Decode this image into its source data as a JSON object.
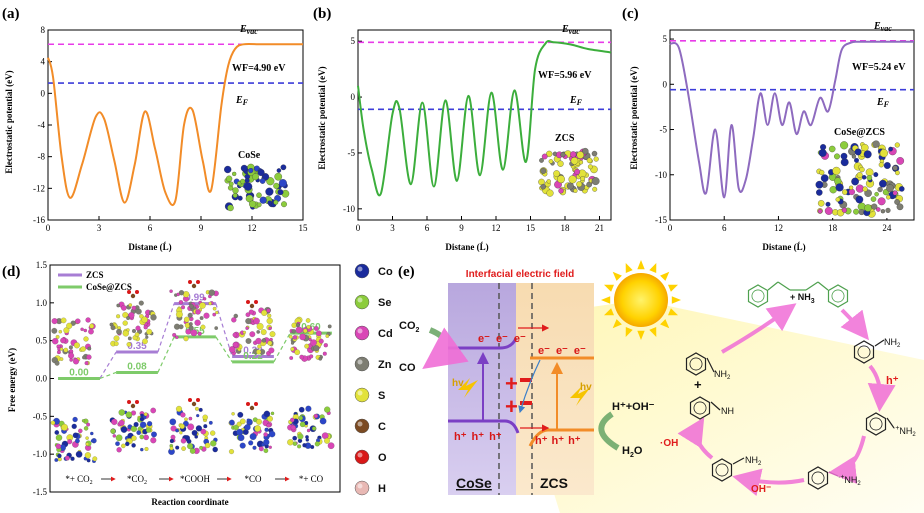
{
  "panels": {
    "a": {
      "label": "(a)",
      "xlabel": "Distane (Ĺ)",
      "ylabel": "Electrostatic potential (eV)",
      "evac": "E",
      "evac_sub": "vac",
      "ef": "E",
      "ef_sub": "F",
      "wf": "WF=4.90 eV",
      "material": "CoSe"
    },
    "b": {
      "label": "(b)",
      "xlabel": "Distane (Ĺ)",
      "ylabel": "Electrostatic potential (eV)",
      "evac": "E",
      "evac_sub": "vac",
      "ef": "E",
      "ef_sub": "F",
      "wf": "WF=5.96 eV",
      "material": "ZCS"
    },
    "c": {
      "label": "(c)",
      "xlabel": "Distane (Ĺ)",
      "ylabel": "Electrostatic potential (eV)",
      "evac": "E",
      "evac_sub": "vac",
      "ef": "E",
      "ef_sub": "F",
      "wf": "WF=5.24 eV",
      "material": "CoSe@ZCS"
    },
    "d": {
      "label": "(d)",
      "xlabel": "Reaction coordinate",
      "ylabel": "Free energy (eV)"
    },
    "e": {
      "label": "(e)"
    }
  },
  "chart_data": [
    {
      "type": "line",
      "xlim": [
        0,
        15
      ],
      "ylim": [
        -16,
        8
      ],
      "xticks": [
        0,
        3,
        6,
        9,
        12,
        15
      ],
      "yticks": [
        -16,
        -12,
        -8,
        -4,
        0,
        4,
        8
      ],
      "evac_level": 6.2,
      "ef_level": 1.3,
      "color": "#f28c28",
      "x": [
        0,
        0.3,
        0.8,
        1.3,
        2.0,
        2.8,
        3.3,
        3.9,
        4.5,
        5.1,
        5.7,
        6.3,
        6.9,
        7.5,
        8.0,
        8.5,
        9.1,
        9.6,
        10.2,
        10.6,
        11.0,
        11.5,
        12.5,
        13.5,
        15
      ],
      "y": [
        4.5,
        2.0,
        -8.0,
        -13.2,
        -9.0,
        -3.0,
        -3.2,
        -8.5,
        -13.8,
        -9.0,
        -2.3,
        -7.0,
        -12.5,
        -13.5,
        -4.0,
        -2.1,
        -8.5,
        -12.2,
        -1.5,
        3.5,
        5.6,
        6.2,
        6.2,
        6.2,
        6.2
      ]
    },
    {
      "type": "line",
      "xlim": [
        0,
        22
      ],
      "ylim": [
        -11,
        6
      ],
      "xticks": [
        0,
        3,
        6,
        9,
        12,
        15,
        18,
        21
      ],
      "yticks": [
        -10,
        -5,
        0,
        5
      ],
      "evac_level": 4.9,
      "ef_level": -1.1,
      "color": "#3cae3c",
      "x": [
        0,
        0.5,
        1.2,
        2.0,
        3.0,
        3.6,
        4.6,
        5.6,
        6.6,
        7.6,
        8.6,
        9.6,
        10.6,
        11.6,
        12.6,
        13.6,
        14.6,
        15.4,
        16.3,
        17.0,
        18.5,
        20,
        22
      ],
      "y": [
        1.0,
        -3.0,
        -6.5,
        -8.6,
        -1.5,
        -1.0,
        -7.8,
        -0.5,
        -8.0,
        -0.3,
        -7.5,
        0.1,
        -7.0,
        0.4,
        -6.5,
        0.6,
        -5.8,
        2.5,
        4.8,
        4.9,
        4.7,
        4.3,
        4.0
      ]
    },
    {
      "type": "line",
      "xlim": [
        0,
        27
      ],
      "ylim": [
        -15,
        6
      ],
      "xticks": [
        0,
        6,
        12,
        18,
        24
      ],
      "yticks": [
        -15,
        -10,
        -5,
        0,
        5
      ],
      "evac_level": 4.8,
      "ef_level": -0.6,
      "color": "#8e6bbf",
      "x": [
        0,
        1.0,
        2.0,
        3.2,
        4.0,
        5.0,
        6.0,
        6.8,
        7.6,
        8.4,
        9.2,
        10.0,
        10.8,
        11.6,
        12.4,
        13.2,
        14.0,
        14.8,
        15.6,
        16.6,
        17.5,
        18.3,
        19.0,
        20.0,
        21.0,
        24,
        27
      ],
      "y": [
        4.5,
        4.0,
        -1.0,
        -8.5,
        -12.0,
        -5.0,
        -12.5,
        -4.5,
        -11.5,
        -10.5,
        -6.0,
        -1.0,
        -4.5,
        -1.0,
        -4.5,
        -2.0,
        -5.5,
        -3.0,
        -4.5,
        -1.5,
        -3.0,
        0.5,
        3.8,
        4.6,
        4.7,
        4.7,
        4.7
      ]
    },
    {
      "type": "line",
      "ylim": [
        -1.5,
        1.5
      ],
      "yticks": [
        -1.5,
        -1.0,
        -0.5,
        0.0,
        0.5,
        1.0,
        1.5
      ],
      "categories": [
        "*+ CO2",
        "*CO2",
        "*COOH",
        "*CO",
        "*+ CO"
      ],
      "series": [
        {
          "name": "ZCS",
          "color": "#a77dd4",
          "values": [
            0.0,
            0.35,
            0.99,
            0.29,
            null
          ],
          "labels": [
            "",
            "0.35",
            "0.99",
            "0.29",
            ""
          ]
        },
        {
          "name": "CoSe@ZCS",
          "color": "#7ecb6a",
          "values": [
            0.0,
            0.08,
            0.55,
            0.22,
            0.6
          ],
          "labels": [
            "0.00",
            "0.08",
            "0.55",
            "0.22",
            "0.60"
          ]
        }
      ]
    }
  ],
  "legend": {
    "elements": [
      {
        "symbol": "Co",
        "color": "#1a2b9c"
      },
      {
        "symbol": "Se",
        "color": "#8ccc3c"
      },
      {
        "symbol": "Cd",
        "color": "#d946b6"
      },
      {
        "symbol": "Zn",
        "color": "#7d7d72"
      },
      {
        "symbol": "S",
        "color": "#e2e23a"
      },
      {
        "symbol": "C",
        "color": "#7b4a22"
      },
      {
        "symbol": "O",
        "color": "#d81818"
      },
      {
        "symbol": "H",
        "color": "#e8b8b4"
      }
    ]
  },
  "mechanism": {
    "title": "Interfacial electric field",
    "co2": "CO",
    "co2_sub": "2",
    "co": "CO",
    "hv": "hv",
    "electron": "e⁻",
    "hole": "h⁺",
    "h_oh": "H⁺+OH⁻",
    "h2o": "H",
    "h2o_sub": "2",
    "h2o_end": "O",
    "cose": "CoSe",
    "zcs": "ZCS",
    "nh3": "+ NH",
    "nh3_sub": "3",
    "hplus": "h⁺",
    "oh_rad": "·OH",
    "oh_minus": "OH⁻",
    "plus": "+",
    "nh": "NH",
    "nh2": "NH",
    "nh2_sub": "2",
    "nh2plus": "NH",
    "nh2plus_sub": "2",
    "nh2plus_sup": "+·",
    "dot_plus": "·+"
  }
}
